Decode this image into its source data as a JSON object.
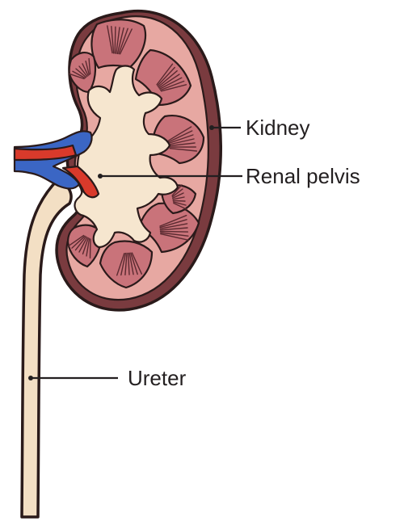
{
  "labels": {
    "kidney": "Kidney",
    "renal_pelvis": "Renal pelvis",
    "ureter": "Ureter"
  },
  "colors": {
    "capsule": "#7a3b3f",
    "cortex": "#e7a8a2",
    "medulla_pyramid": "#c9737a",
    "pyramid_dark": "#9e4650",
    "pelvis": "#f6e6cf",
    "ureter": "#f3dfc4",
    "artery": "#d93a2b",
    "vein": "#3b66c4",
    "outline": "#2a1a1a",
    "text": "#231f20"
  }
}
